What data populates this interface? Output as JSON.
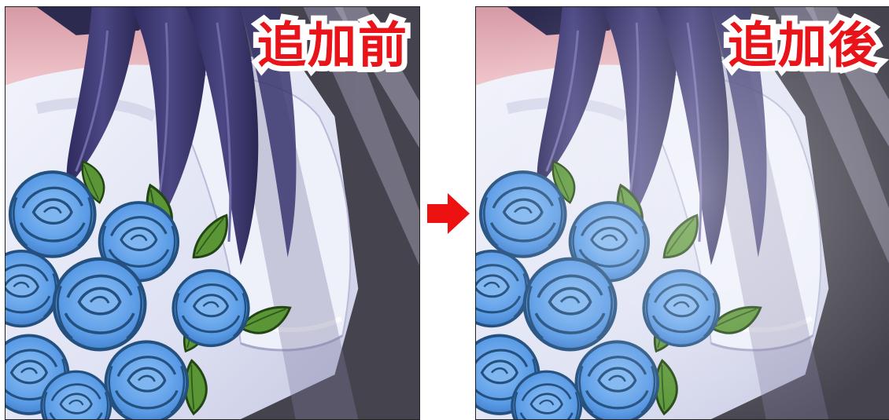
{
  "labels": {
    "before": "追加前",
    "after": "追加後"
  },
  "colors": {
    "label_text": "#e8141a",
    "label_outline": "#ffffff",
    "arrow": "#ee1111",
    "rose": "#5aa0ea",
    "rose_dark": "#2d5f9c",
    "leaf": "#4f8a2d",
    "hair": "#3f3b74",
    "dress": "#e6e8f6",
    "background_dark": "#3b3b40",
    "skin": "#e9b7bf"
  },
  "icons": {
    "arrow": "right-arrow-icon"
  },
  "panels": [
    {
      "id": "before",
      "highlight": false
    },
    {
      "id": "after",
      "highlight": true
    }
  ]
}
